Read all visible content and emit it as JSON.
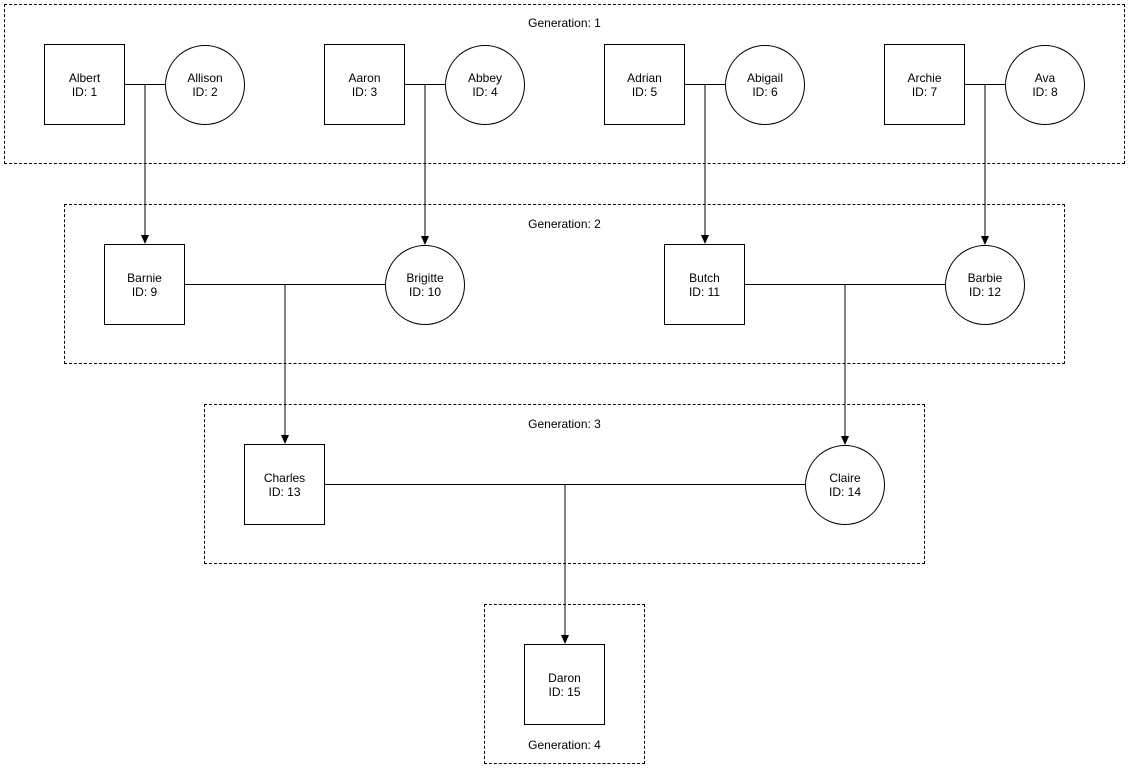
{
  "generations": [
    {
      "label": "Generation: 1"
    },
    {
      "label": "Generation: 2"
    },
    {
      "label": "Generation: 3"
    },
    {
      "label": "Generation: 4"
    }
  ],
  "people": [
    {
      "id": 1,
      "name": "Albert",
      "id_label": "ID: 1",
      "sex": "male",
      "generation": 1
    },
    {
      "id": 2,
      "name": "Allison",
      "id_label": "ID: 2",
      "sex": "female",
      "generation": 1
    },
    {
      "id": 3,
      "name": "Aaron",
      "id_label": "ID: 3",
      "sex": "male",
      "generation": 1
    },
    {
      "id": 4,
      "name": "Abbey",
      "id_label": "ID: 4",
      "sex": "female",
      "generation": 1
    },
    {
      "id": 5,
      "name": "Adrian",
      "id_label": "ID: 5",
      "sex": "male",
      "generation": 1
    },
    {
      "id": 6,
      "name": "Abigail",
      "id_label": "ID: 6",
      "sex": "female",
      "generation": 1
    },
    {
      "id": 7,
      "name": "Archie",
      "id_label": "ID: 7",
      "sex": "male",
      "generation": 1
    },
    {
      "id": 8,
      "name": "Ava",
      "id_label": "ID: 8",
      "sex": "female",
      "generation": 1
    },
    {
      "id": 9,
      "name": "Barnie",
      "id_label": "ID: 9",
      "sex": "male",
      "generation": 2
    },
    {
      "id": 10,
      "name": "Brigitte",
      "id_label": "ID: 10",
      "sex": "female",
      "generation": 2
    },
    {
      "id": 11,
      "name": "Butch",
      "id_label": "ID: 11",
      "sex": "male",
      "generation": 2
    },
    {
      "id": 12,
      "name": "Barbie",
      "id_label": "ID: 12",
      "sex": "female",
      "generation": 2
    },
    {
      "id": 13,
      "name": "Charles",
      "id_label": "ID: 13",
      "sex": "male",
      "generation": 3
    },
    {
      "id": 14,
      "name": "Claire",
      "id_label": "ID: 14",
      "sex": "female",
      "generation": 3
    },
    {
      "id": 15,
      "name": "Daron",
      "id_label": "ID: 15",
      "sex": "male",
      "generation": 4
    }
  ],
  "unions": [
    {
      "partners": [
        1,
        2
      ],
      "child": 9
    },
    {
      "partners": [
        3,
        4
      ],
      "child": 10
    },
    {
      "partners": [
        5,
        6
      ],
      "child": 11
    },
    {
      "partners": [
        7,
        8
      ],
      "child": 12
    },
    {
      "partners": [
        9,
        10
      ],
      "child": 13
    },
    {
      "partners": [
        11,
        12
      ],
      "child": 14
    },
    {
      "partners": [
        13,
        14
      ],
      "child": 15
    }
  ]
}
